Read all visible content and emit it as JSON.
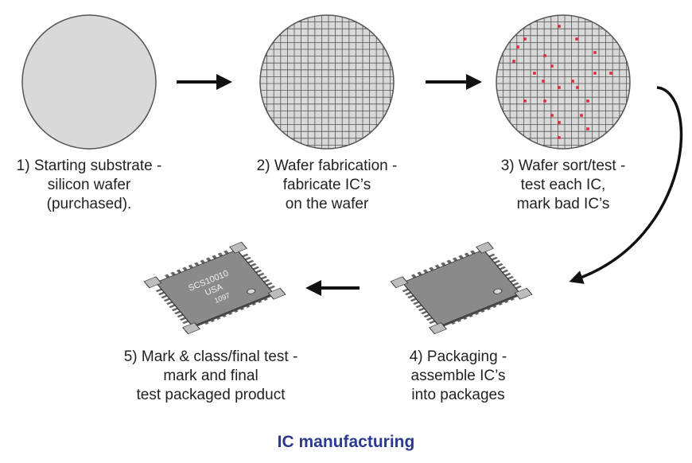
{
  "diagram": {
    "title": "IC manufacturing",
    "steps": [
      {
        "id": 1,
        "lines": [
          "1) Starting substrate -",
          "silicon wafer",
          "(purchased)."
        ]
      },
      {
        "id": 2,
        "lines": [
          "2) Wafer fabrication -",
          "fabricate IC’s",
          "on the wafer"
        ]
      },
      {
        "id": 3,
        "lines": [
          "3) Wafer sort/test -",
          "test each IC,",
          "mark bad IC’s"
        ]
      },
      {
        "id": 4,
        "lines": [
          "4) Packaging -",
          "assemble IC’s",
          "into packages"
        ]
      },
      {
        "id": 5,
        "lines": [
          "5) Mark & class/final test -",
          "mark and final",
          "test packaged product"
        ]
      }
    ],
    "chip_marking": [
      "SCS10010",
      "USA",
      "1097"
    ],
    "colors": {
      "wafer": "#d9d9d9",
      "grid": "#555555",
      "bad_die": "#e0293a",
      "chip": "#8a8a8a",
      "title": "#2b3a8f"
    }
  }
}
